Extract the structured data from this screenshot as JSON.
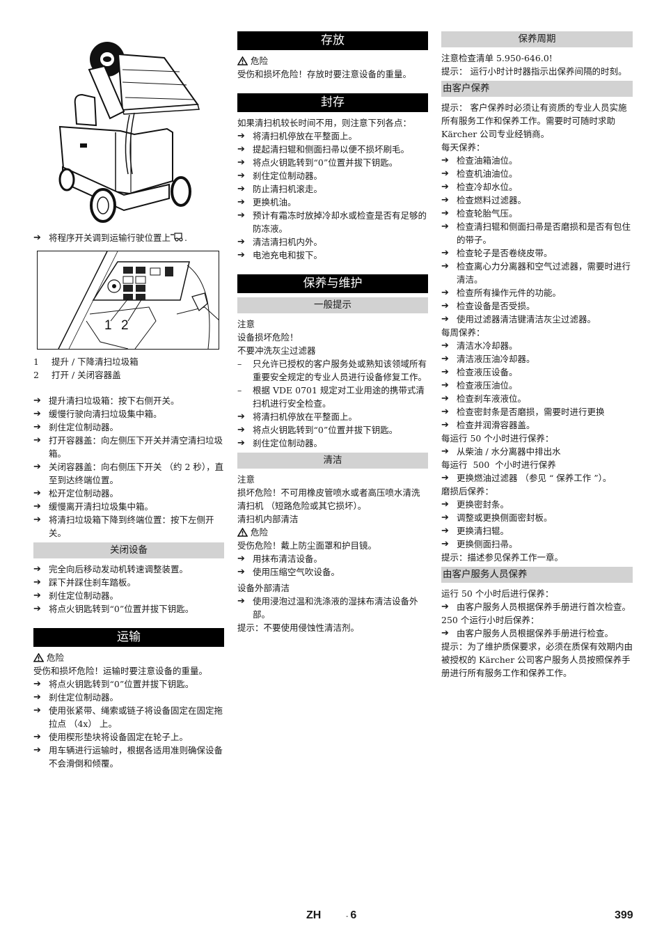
{
  "left_column": {
    "figure1": {
      "alt": "sweeper-with-raised-hopper-illustration"
    },
    "figure1_step": "将程序开关调到运输行驶位置上",
    "figure1_step_suffix": ".",
    "figure1_step_icon": "transport-mode-icon",
    "figure2": {
      "alt": "control-panel-illustration",
      "callouts": [
        "1",
        "2"
      ]
    },
    "legend": [
      {
        "num": "1",
        "text": "提升 / 下降清扫垃圾箱"
      },
      {
        "num": "2",
        "text": "打开 / 关闭容器盖"
      }
    ],
    "steps": [
      "提升清扫垃圾箱：按下右侧开关。",
      "缓慢行驶向清扫垃圾集中箱。",
      "刹住定位制动器。",
      "打开容器盖：向左侧压下开关并清空清扫垃圾箱。",
      "关闭容器盖：向右侧压下开关 （约 2 秒），直至到达终端位置。",
      "松开定位制动器。",
      "缓慢离开清扫垃圾集中箱。",
      "将清扫垃圾箱下降到终端位置：按下左侧开关。"
    ],
    "shutdown": {
      "title": "关闭设备",
      "steps": [
        "完全向后移动发动机转速调整装置。",
        "踩下并踩住刹车踏板。",
        "刹住定位制动器。",
        "将点火钥匙转到“0”位置并拔下钥匙。"
      ]
    },
    "transport": {
      "title": "运输",
      "warning_label": "危险",
      "warning_text": "受伤和损坏危险！运输时要注意设备的重量。",
      "steps": [
        "将点火钥匙转到“0”位置并拔下钥匙。",
        "刹住定位制动器。",
        "使用张紧带、绳索或链子将设备固定在固定拖拉点 （4x） 上。",
        "使用楔形垫块将设备固定在轮子上。",
        "用车辆进行运输时，根据各适用准则确保设备不会滑倒和倾覆。"
      ]
    }
  },
  "middle_column": {
    "storage": {
      "title": "存放",
      "warning_label": "危险",
      "warning_text": "受伤和损坏危险！存放时要注意设备的重量。"
    },
    "shutdown_long": {
      "title": "封存",
      "intro": "如果清扫机较长时间不用，则注意下列各点：",
      "steps": [
        "将清扫机停放在平整面上。",
        "提起清扫辊和侧面扫帚以便不损坏刷毛。",
        "将点火钥匙转到“0”位置并拔下钥匙。",
        "刹住定位制动器。",
        "防止清扫机滚走。",
        "更换机油。",
        "预计有霜冻时放掉冷却水或检查是否有足够的防冻液。",
        "清洁清扫机内外。",
        "电池充电和拔下。"
      ]
    },
    "maintenance": {
      "title": "保养与维护",
      "general": {
        "title": "一般提示",
        "note_label": "注意",
        "note_lines": [
          "设备损坏危险！",
          "不要冲洗灰尘过滤器"
        ],
        "dash_items": [
          "只允许已授权的客户服务处或熟知该领域所有重要安全规定的专业人员进行设备修复工作。",
          "根据 VDE 0701 规定对工业用途的携带式清扫机进行安全检查。"
        ],
        "steps": [
          "将清扫机停放在平整面上。",
          "将点火钥匙转到“0”位置并拔下钥匙。",
          "刹住定位制动器。"
        ]
      },
      "cleaning": {
        "title": "清洁",
        "note_label": "注意",
        "note_text": "损坏危险！不可用橡皮管喷水或者高压喷水清洗清扫机 （短路危险或其它损坏）。",
        "inside_title": "清扫机内部清洁",
        "warning_label": "危险",
        "warning_text": "受伤危险！戴上防尘面罩和护目镜。",
        "inside_steps": [
          "用抹布清洁设备。",
          "使用压缩空气吹设备。"
        ],
        "outside_title": "设备外部清洁",
        "outside_steps": [
          "使用浸泡过温和洗涤液的湿抹布清洁设备外部。"
        ],
        "hint": "提示：不要使用侵蚀性清洁剂。"
      }
    }
  },
  "right_column": {
    "intervals": {
      "title": "保养周期",
      "checklist": "注意检查清单 5.950-646.0!",
      "hint": "提示： 运行小时计时器指示出保养间隔的时刻。"
    },
    "by_customer": {
      "title": "由客户保养",
      "hint": "提示： 客户保养时必须让有资质的专业人员实施所有服务工作和保养工作。需要时可随时求助 Kärcher 公司专业经销商。",
      "daily_label": "每天保养：",
      "daily_steps": [
        "检查油箱油位。",
        "检查机油油位。",
        "检查冷却水位。",
        "检查燃料过滤器。",
        "检查轮胎气压。",
        "检查清扫辊和侧面扫帚是否磨损和是否有包住的带子。",
        "检查轮子是否卷绕皮带。",
        "检查离心力分离器和空气过滤器，需要时进行清洁。",
        "检查所有操作元件的功能。",
        "检查设备是否受损。",
        "使用过滤器清洁键清洁灰尘过滤器。"
      ],
      "weekly_label": "每周保养：",
      "weekly_steps": [
        "清洁水冷却器。",
        "清洁液压油冷却器。",
        "检查液压设备。",
        "检查液压油位。",
        "检查刹车液液位。",
        "检查密封条是否磨损，需要时进行更换",
        "检查并润滑容器盖。"
      ],
      "h50_label": "每运行 50 个小时进行保养：",
      "h50_steps": [
        "从柴油 / 水分离器中排出水"
      ],
      "h500_label": "每运行  500  个小时进行保养",
      "h500_steps": [
        "更换燃油过滤器 （参见 “ 保养工作 ”）。"
      ],
      "wear_label": "磨损后保养：",
      "wear_steps": [
        "更换密封条。",
        "调整或更换侧面密封板。",
        "更换清扫辊。",
        "更换侧面扫帚。"
      ],
      "wear_hint": "提示：描述参见保养工作一章。"
    },
    "by_service": {
      "title": "由客户服务人员保养",
      "h50_label": "运行 50 个小时后进行保养：",
      "h50_steps": [
        "由客户服务人员根据保养手册进行首次检查。"
      ],
      "h250_label": "250 个运行小时后保养：",
      "h250_steps": [
        "由客户服务人员根据保养手册进行检查。"
      ],
      "hint": "提示：为了维护质保要求，必须在质保有效期内由被授权的 Kärcher 公司客户服务人员按照保养手册进行所有服务工作和保养工作。"
    }
  },
  "footer": {
    "language": "ZH",
    "section_prefix": "-",
    "section": "6",
    "page_number": "399"
  },
  "icons": {
    "arrow": "➔",
    "dash": "–"
  }
}
